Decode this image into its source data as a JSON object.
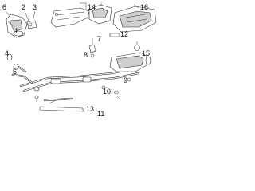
{
  "diagram": {
    "callouts": [
      "1",
      "2",
      "3",
      "4",
      "5",
      "6",
      "7",
      "8",
      "9",
      "10",
      "11",
      "12",
      "13",
      "14",
      "15",
      "16"
    ],
    "colors": {
      "line": "#333333",
      "accent": "#1a73e8",
      "fill": "#ffffff"
    }
  }
}
